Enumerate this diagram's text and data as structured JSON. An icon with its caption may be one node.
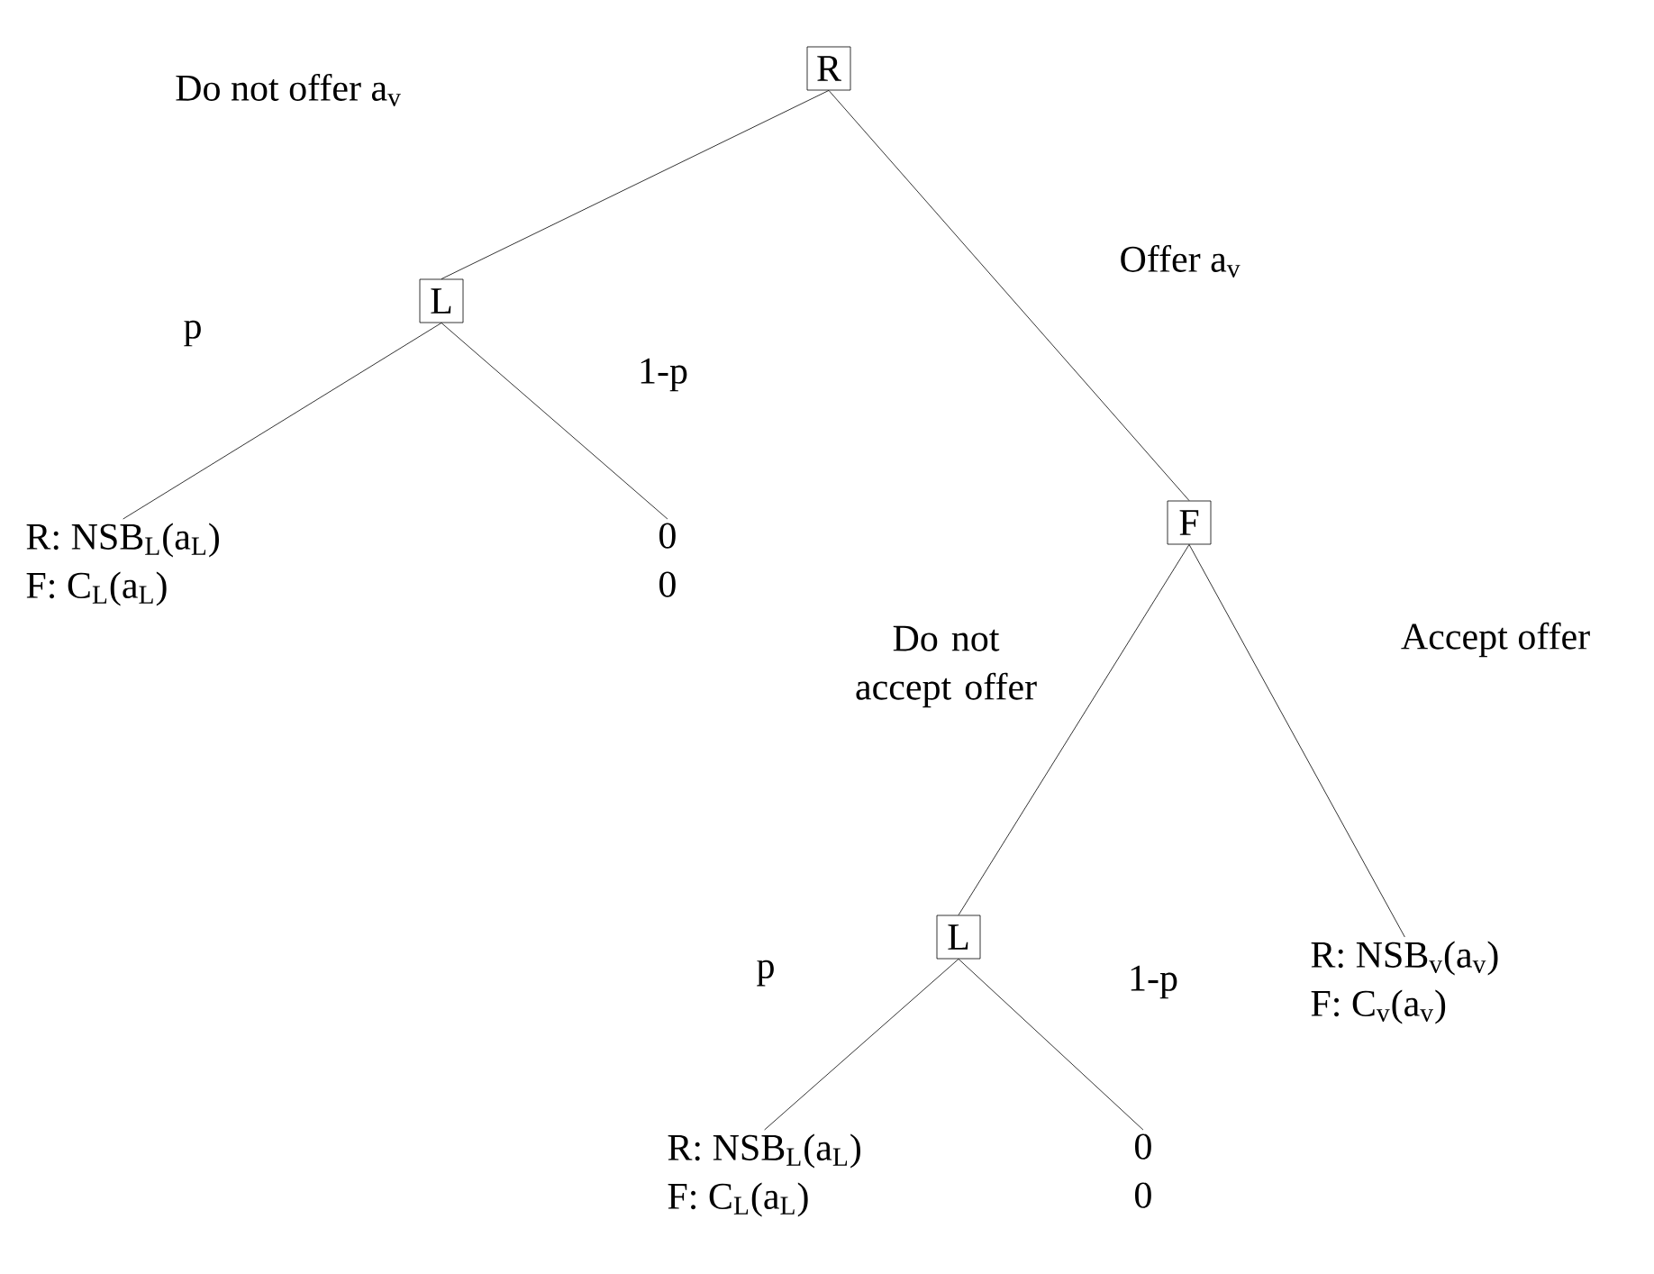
{
  "diagram": {
    "nodes": [
      {
        "text": [
          "R"
        ]
      },
      {
        "text": [
          "L"
        ]
      },
      {
        "text": [
          "F"
        ]
      },
      {
        "text": [
          "L"
        ]
      },
      {
        "text": [
          "R: NSB$_{L}$(a$_{L}$)",
          "F: C$_{L}$(a$_{L}$)"
        ]
      },
      {
        "text": [
          "0",
          "0"
        ]
      },
      {
        "text": [
          "R: NSB$_{v}$(a$_{v}$)",
          "F: C$_{v}$(a$_{v}$)"
        ]
      },
      {
        "text": [
          "R: NSB$_{L}$(a$_{L}$)",
          "F: C$_{L}$(a$_{L}$)"
        ]
      },
      {
        "text": [
          "0",
          "0"
        ]
      }
    ],
    "edges": [
      {
        "from": 0,
        "to": 1,
        "arrow": "none",
        "label": "Do not offer a$_{v}$"
      },
      {
        "from": 0,
        "to": 2,
        "arrow": "none",
        "label": "Offer a$_{v}$"
      },
      {
        "from": 1,
        "to": 4,
        "arrow": "none",
        "label": "p"
      },
      {
        "from": 1,
        "to": 5,
        "arrow": "none",
        "label": "1-p"
      },
      {
        "from": 2,
        "to": 3,
        "arrow": "none",
        "label": "Do not accept offer"
      },
      {
        "from": 2,
        "to": 6,
        "arrow": "none",
        "label": "Accept offer"
      },
      {
        "from": 3,
        "to": 7,
        "arrow": "none",
        "label": "p"
      },
      {
        "from": 3,
        "to": 8,
        "arrow": "none",
        "label": "1-p"
      }
    ]
  }
}
